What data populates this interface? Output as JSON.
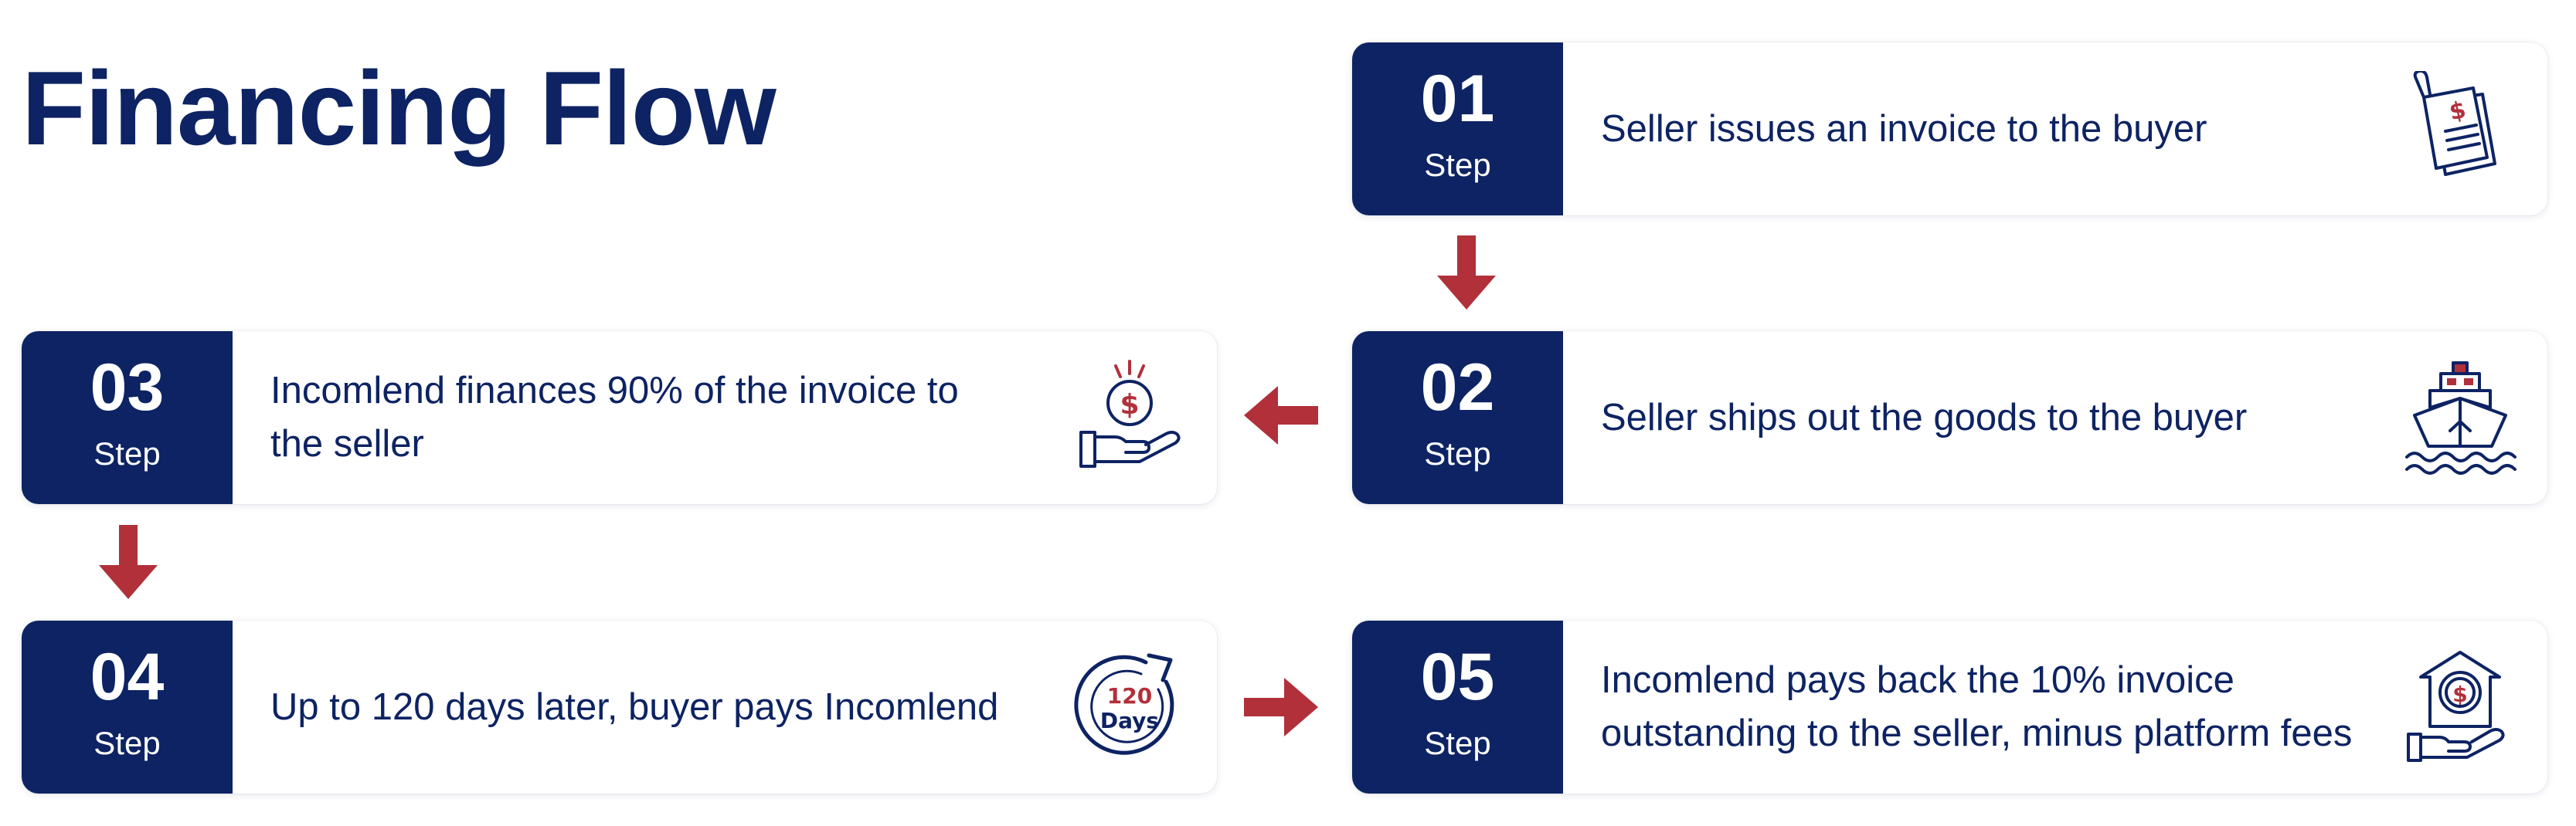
{
  "title": "Financing Flow",
  "colors": {
    "navy": "#0d2363",
    "accent": "#b1303a"
  },
  "steps": [
    {
      "number": "01",
      "label": "Step",
      "text": "Seller issues an invoice to the buyer",
      "icon": "invoice-icon"
    },
    {
      "number": "02",
      "label": "Step",
      "text": "Seller ships out the goods to the buyer",
      "icon": "cargo-ship-icon"
    },
    {
      "number": "03",
      "label": "Step",
      "text": "Incomlend finances 90% of the invoice to the seller",
      "icon": "hand-coin-icon"
    },
    {
      "number": "04",
      "label": "Step",
      "text": "Up to 120 days later, buyer pays Incomlend",
      "icon": "days-cycle-icon",
      "icon_text": {
        "days_num": "120",
        "days_word": "Days"
      }
    },
    {
      "number": "05",
      "label": "Step",
      "text": "Incomlend pays back the 10% invoice outstanding to the seller, minus platform fees",
      "icon": "payback-icon"
    }
  ]
}
